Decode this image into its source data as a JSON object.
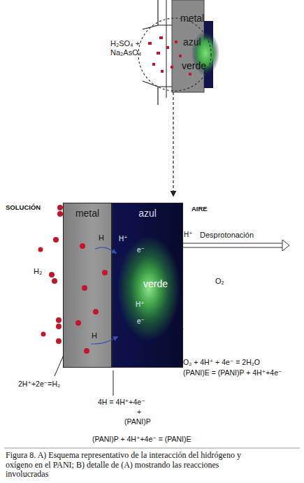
{
  "diagram": {
    "caption": "Figura 8. A) Esquema representativo de la interacción del hidrógeno y oxígeno en el PANI; B) detalle de (A) mostrando las reacciones involucradas",
    "nodes": [
      {
        "text": [
          "metal"
        ]
      },
      {
        "text": [
          "azul"
        ]
      }
    ],
    "labels": [
      "metal",
      "azul",
      "H₂SO₄ + Na₂AsO₄",
      "verde",
      "SOLUCIÓN",
      "AIRE",
      "Desprotonación",
      "H",
      "H⁺",
      "e⁻",
      "H⁺",
      "H₂",
      "O₂",
      "verde",
      "H⁺",
      "H",
      "e⁻",
      "O₂ + 4H⁺ + 4e⁻ = 2H₂O",
      "(PANI)E = (PANI)P + 4H⁺+4e⁻",
      "2H⁺+2e⁻=H₂",
      "4H = 4H⁺+4e⁻",
      "+",
      "(PANI)P",
      "(PANI)P + 4H⁺+4e⁻ = (PANI)E"
    ]
  }
}
